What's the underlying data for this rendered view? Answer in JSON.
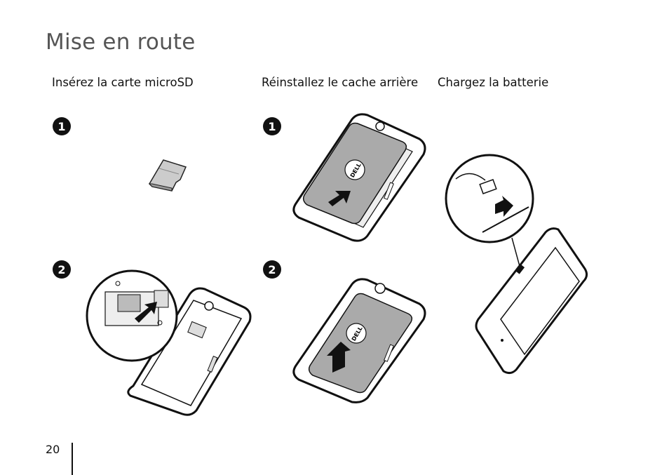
{
  "page": {
    "title": "Mise en route",
    "number": "20"
  },
  "columns": [
    {
      "heading": "Insérez la carte microSD"
    },
    {
      "heading": "Réinstallez le cache arrière"
    },
    {
      "heading": "Chargez la batterie"
    }
  ],
  "steps": {
    "step1": "1",
    "step2": "2"
  },
  "brand": {
    "logo_text": "DELL"
  }
}
